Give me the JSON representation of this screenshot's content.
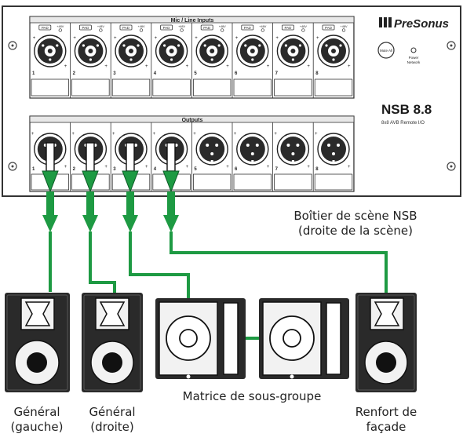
{
  "device": {
    "brand": "PreSonus",
    "model": "NSB 8.8",
    "subtitle": "8x8 AVB Remote I/O",
    "inputs_header": "Mic / Line Inputs",
    "outputs_header": "Outputs",
    "phantom_label": "+48V",
    "pad_label": "PAD",
    "mute_button": "Mute All",
    "power_label": "Power",
    "network_label": "Network",
    "channel_numbers": [
      "1",
      "2",
      "3",
      "4",
      "5",
      "6",
      "7",
      "8"
    ]
  },
  "annotations": {
    "stage_box_line1": "Boîtier de scène NSB",
    "stage_box_line2": "(droite de la scène)",
    "subgroup_matrix": "Matrice de sous-groupe"
  },
  "speakers": {
    "main_left_line1": "Général",
    "main_left_line2": "(gauche)",
    "main_right_line1": "Général",
    "main_right_line2": "(droite)",
    "front_fill_line1": "Renfort de",
    "front_fill_line2": "façade"
  },
  "colors": {
    "cable": "#1e9a43",
    "panel_stroke": "#333333",
    "speaker_body": "#2a2a2a"
  }
}
